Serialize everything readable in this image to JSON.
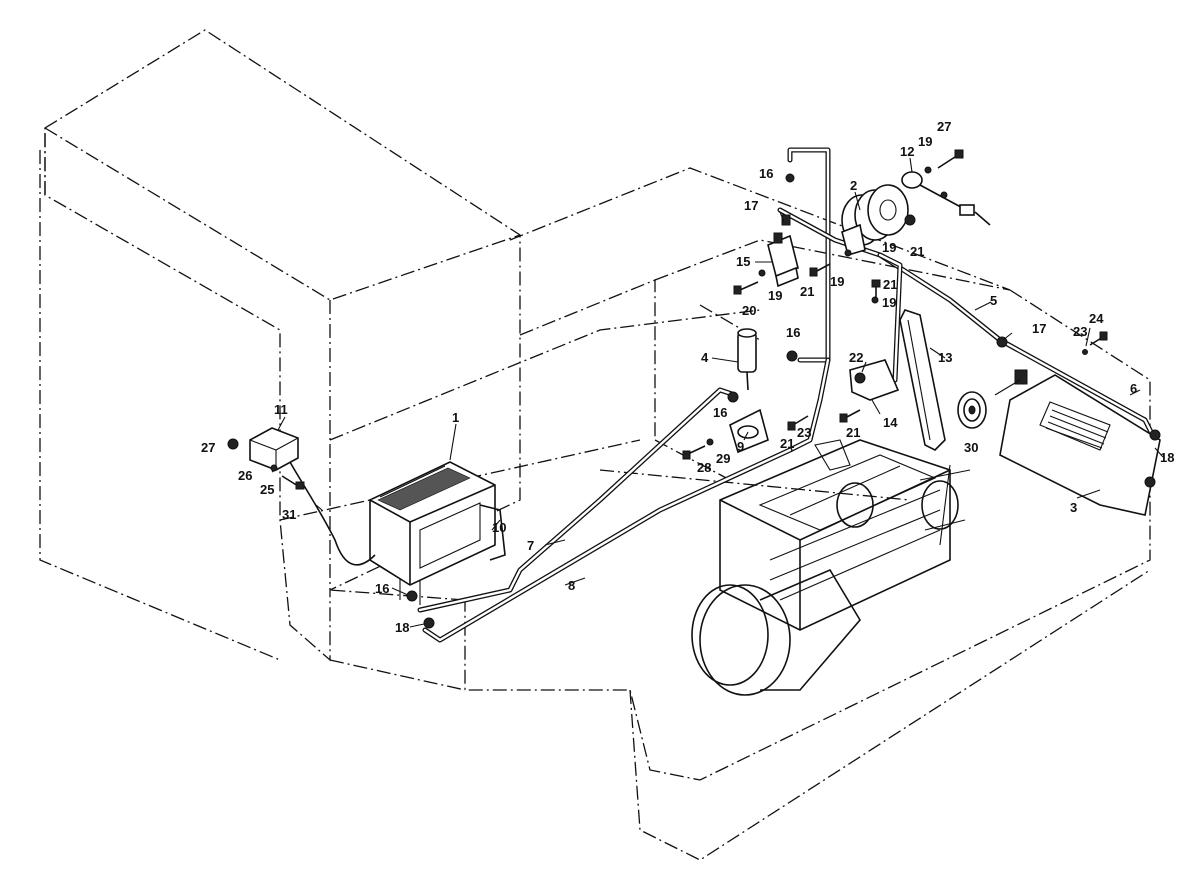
{
  "callouts": {
    "c1": "1",
    "c2": "2",
    "c3": "3",
    "c4": "4",
    "c5": "5",
    "c6": "6",
    "c7": "7",
    "c8": "8",
    "c9": "9",
    "c10": "10",
    "c11": "11",
    "c12": "12",
    "c13": "13",
    "c14": "14",
    "c15": "15",
    "c16a": "16",
    "c16b": "16",
    "c16c": "16",
    "c16d": "16",
    "c17a": "17",
    "c17b": "17",
    "c18a": "18",
    "c18b": "18",
    "c19a": "19",
    "c19b": "19",
    "c19c": "19",
    "c19d": "19",
    "c19e": "19",
    "c20": "20",
    "c21a": "21",
    "c21b": "21",
    "c21c": "21",
    "c21d": "21",
    "c21e": "21",
    "c22": "22",
    "c23a": "23",
    "c23b": "23",
    "c24": "24",
    "c25": "25",
    "c26": "26",
    "c27a": "27",
    "c27b": "27",
    "c28": "28",
    "c29": "29",
    "c30": "30",
    "c31": "31"
  }
}
